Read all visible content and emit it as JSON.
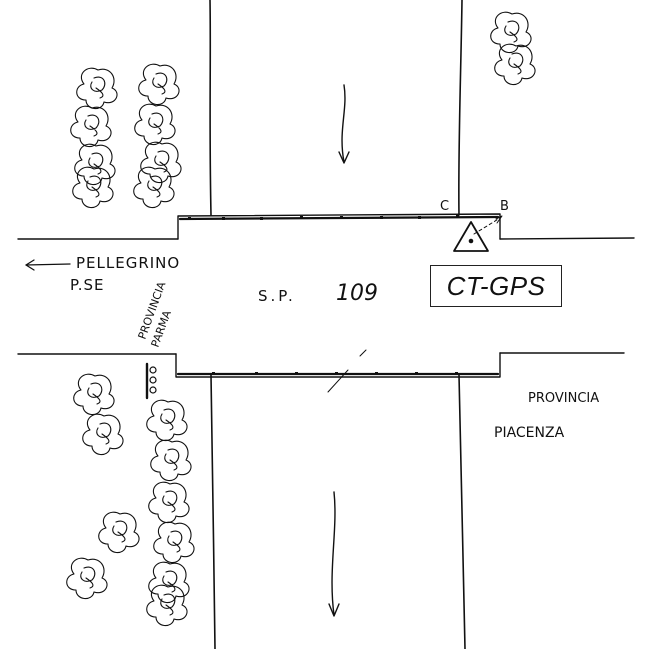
{
  "labels": {
    "direction_west": "PELLEGRINO",
    "direction_west_line2": "P.SE",
    "road_name": "S.P.",
    "road_number": "109",
    "province_left_line1": "PROVINCIA",
    "province_left_line2": "PARMA",
    "province_right_line1": "PROVINCIA",
    "province_right_line2": "PIACENZA",
    "point_c": "C",
    "point_b": "B",
    "station_box": "CT-GPS"
  },
  "icons": {
    "survey_marker": "triangle-dot-icon",
    "flow_arrow": "arrow-down-icon",
    "direction_arrow": "arrow-left-icon",
    "vegetation": "shrub-scribble-icon"
  },
  "colors": {
    "ink": "#111111",
    "paper": "#ffffff"
  }
}
